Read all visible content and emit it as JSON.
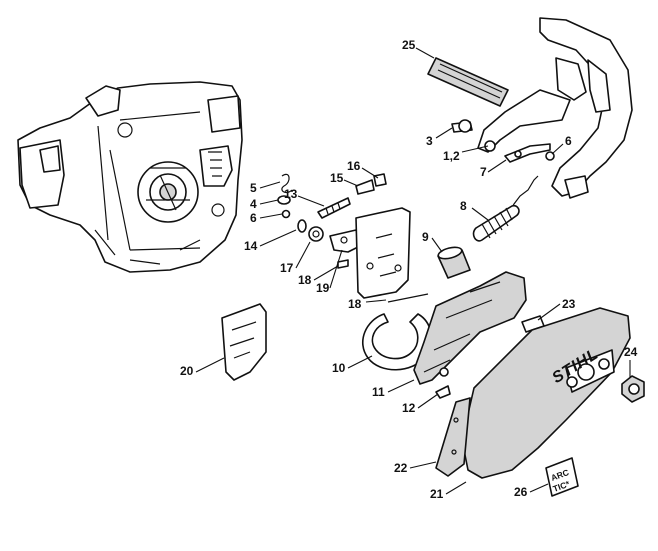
{
  "callouts": {
    "c25": "25",
    "c3": "3",
    "c12a": "1,2",
    "c6a": "6",
    "c7": "7",
    "c16": "16",
    "c5": "5",
    "c15": "15",
    "c4": "4",
    "c13": "13",
    "c6b": "6",
    "c8": "8",
    "c14": "14",
    "c9": "9",
    "c17": "17",
    "c18a": "18",
    "c19": "19",
    "c18b": "18",
    "c23": "23",
    "c20": "20",
    "c10": "10",
    "c24": "24",
    "c11": "11",
    "c12": "12",
    "c22": "22",
    "c21": "21",
    "c26": "26"
  },
  "labels": {
    "brand": "STIHL",
    "decal_line1": "ARC",
    "decal_line2": "TIC*"
  }
}
